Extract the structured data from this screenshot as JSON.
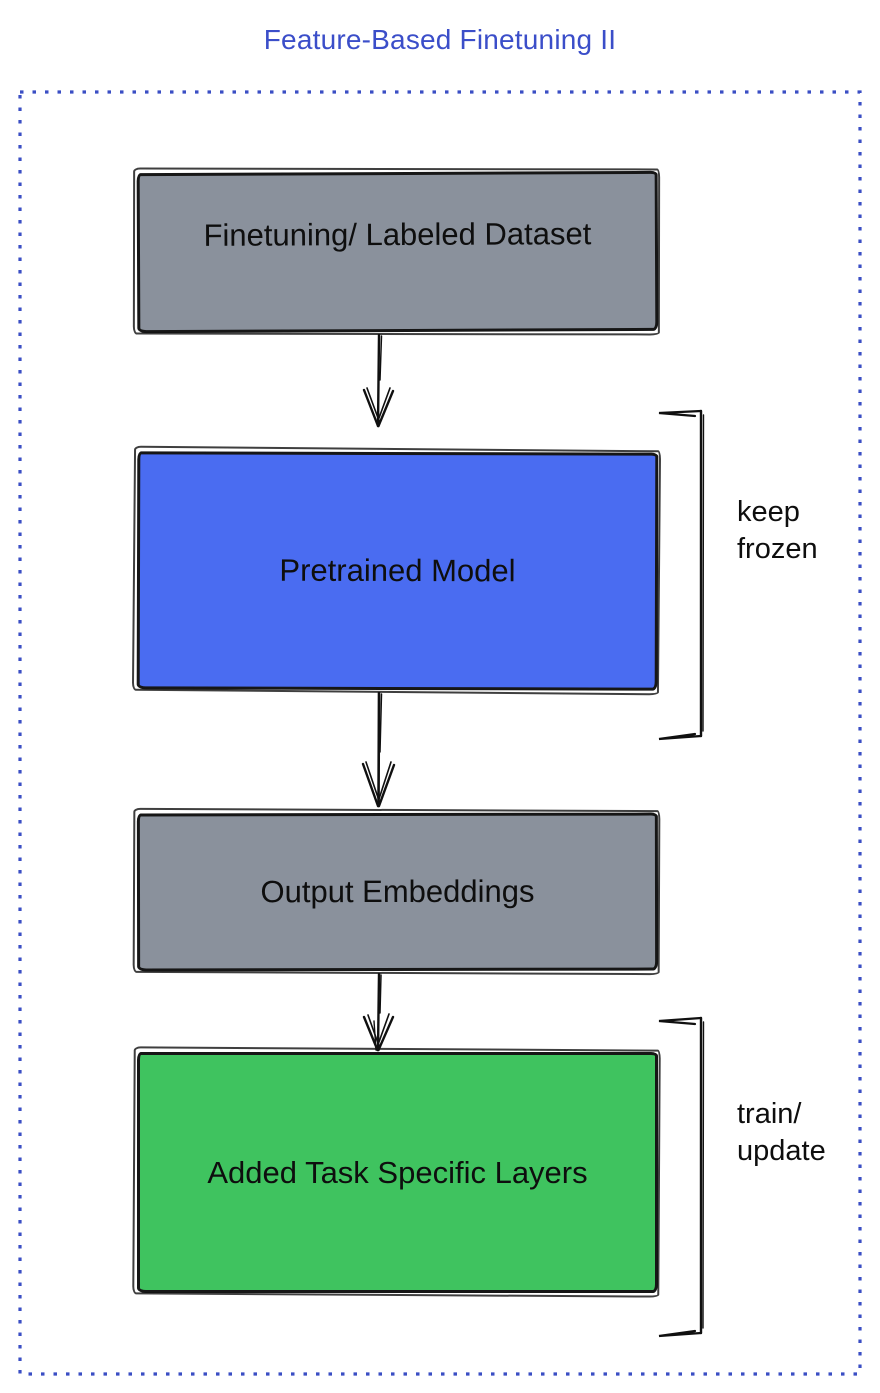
{
  "title": "Feature-Based Finetuning II",
  "colors": {
    "title_text": "#3B4EC9",
    "frame_dots": "#3A4EC4",
    "node_gray": "#8A919C",
    "node_blue": "#4A6CF1",
    "node_green": "#3FC35F",
    "stroke": "#161616",
    "node_text": "#0e0e0e"
  },
  "diagram": {
    "nodes": [
      {
        "id": "finetuning-dataset",
        "label": "Finetuning/ Labeled Dataset",
        "fill": "gray"
      },
      {
        "id": "pretrained-model",
        "label": "Pretrained Model",
        "fill": "blue"
      },
      {
        "id": "output-embeddings",
        "label": "Output Embeddings",
        "fill": "gray"
      },
      {
        "id": "added-task-specific-layers",
        "label": "Added Task Specific Layers",
        "fill": "green"
      }
    ],
    "connectors": [
      {
        "from": "finetuning-dataset",
        "to": "pretrained-model",
        "type": "arrow-down"
      },
      {
        "from": "pretrained-model",
        "to": "output-embeddings",
        "type": "arrow-down"
      },
      {
        "from": "output-embeddings",
        "to": "added-task-specific-layers",
        "type": "arrow-down"
      }
    ],
    "annotations": [
      {
        "target": "pretrained-model",
        "label": "keep frozen",
        "lines": [
          "keep",
          "frozen"
        ]
      },
      {
        "target": "added-task-specific-layers",
        "label": "train/ update",
        "lines": [
          "train/",
          "update"
        ]
      }
    ]
  }
}
